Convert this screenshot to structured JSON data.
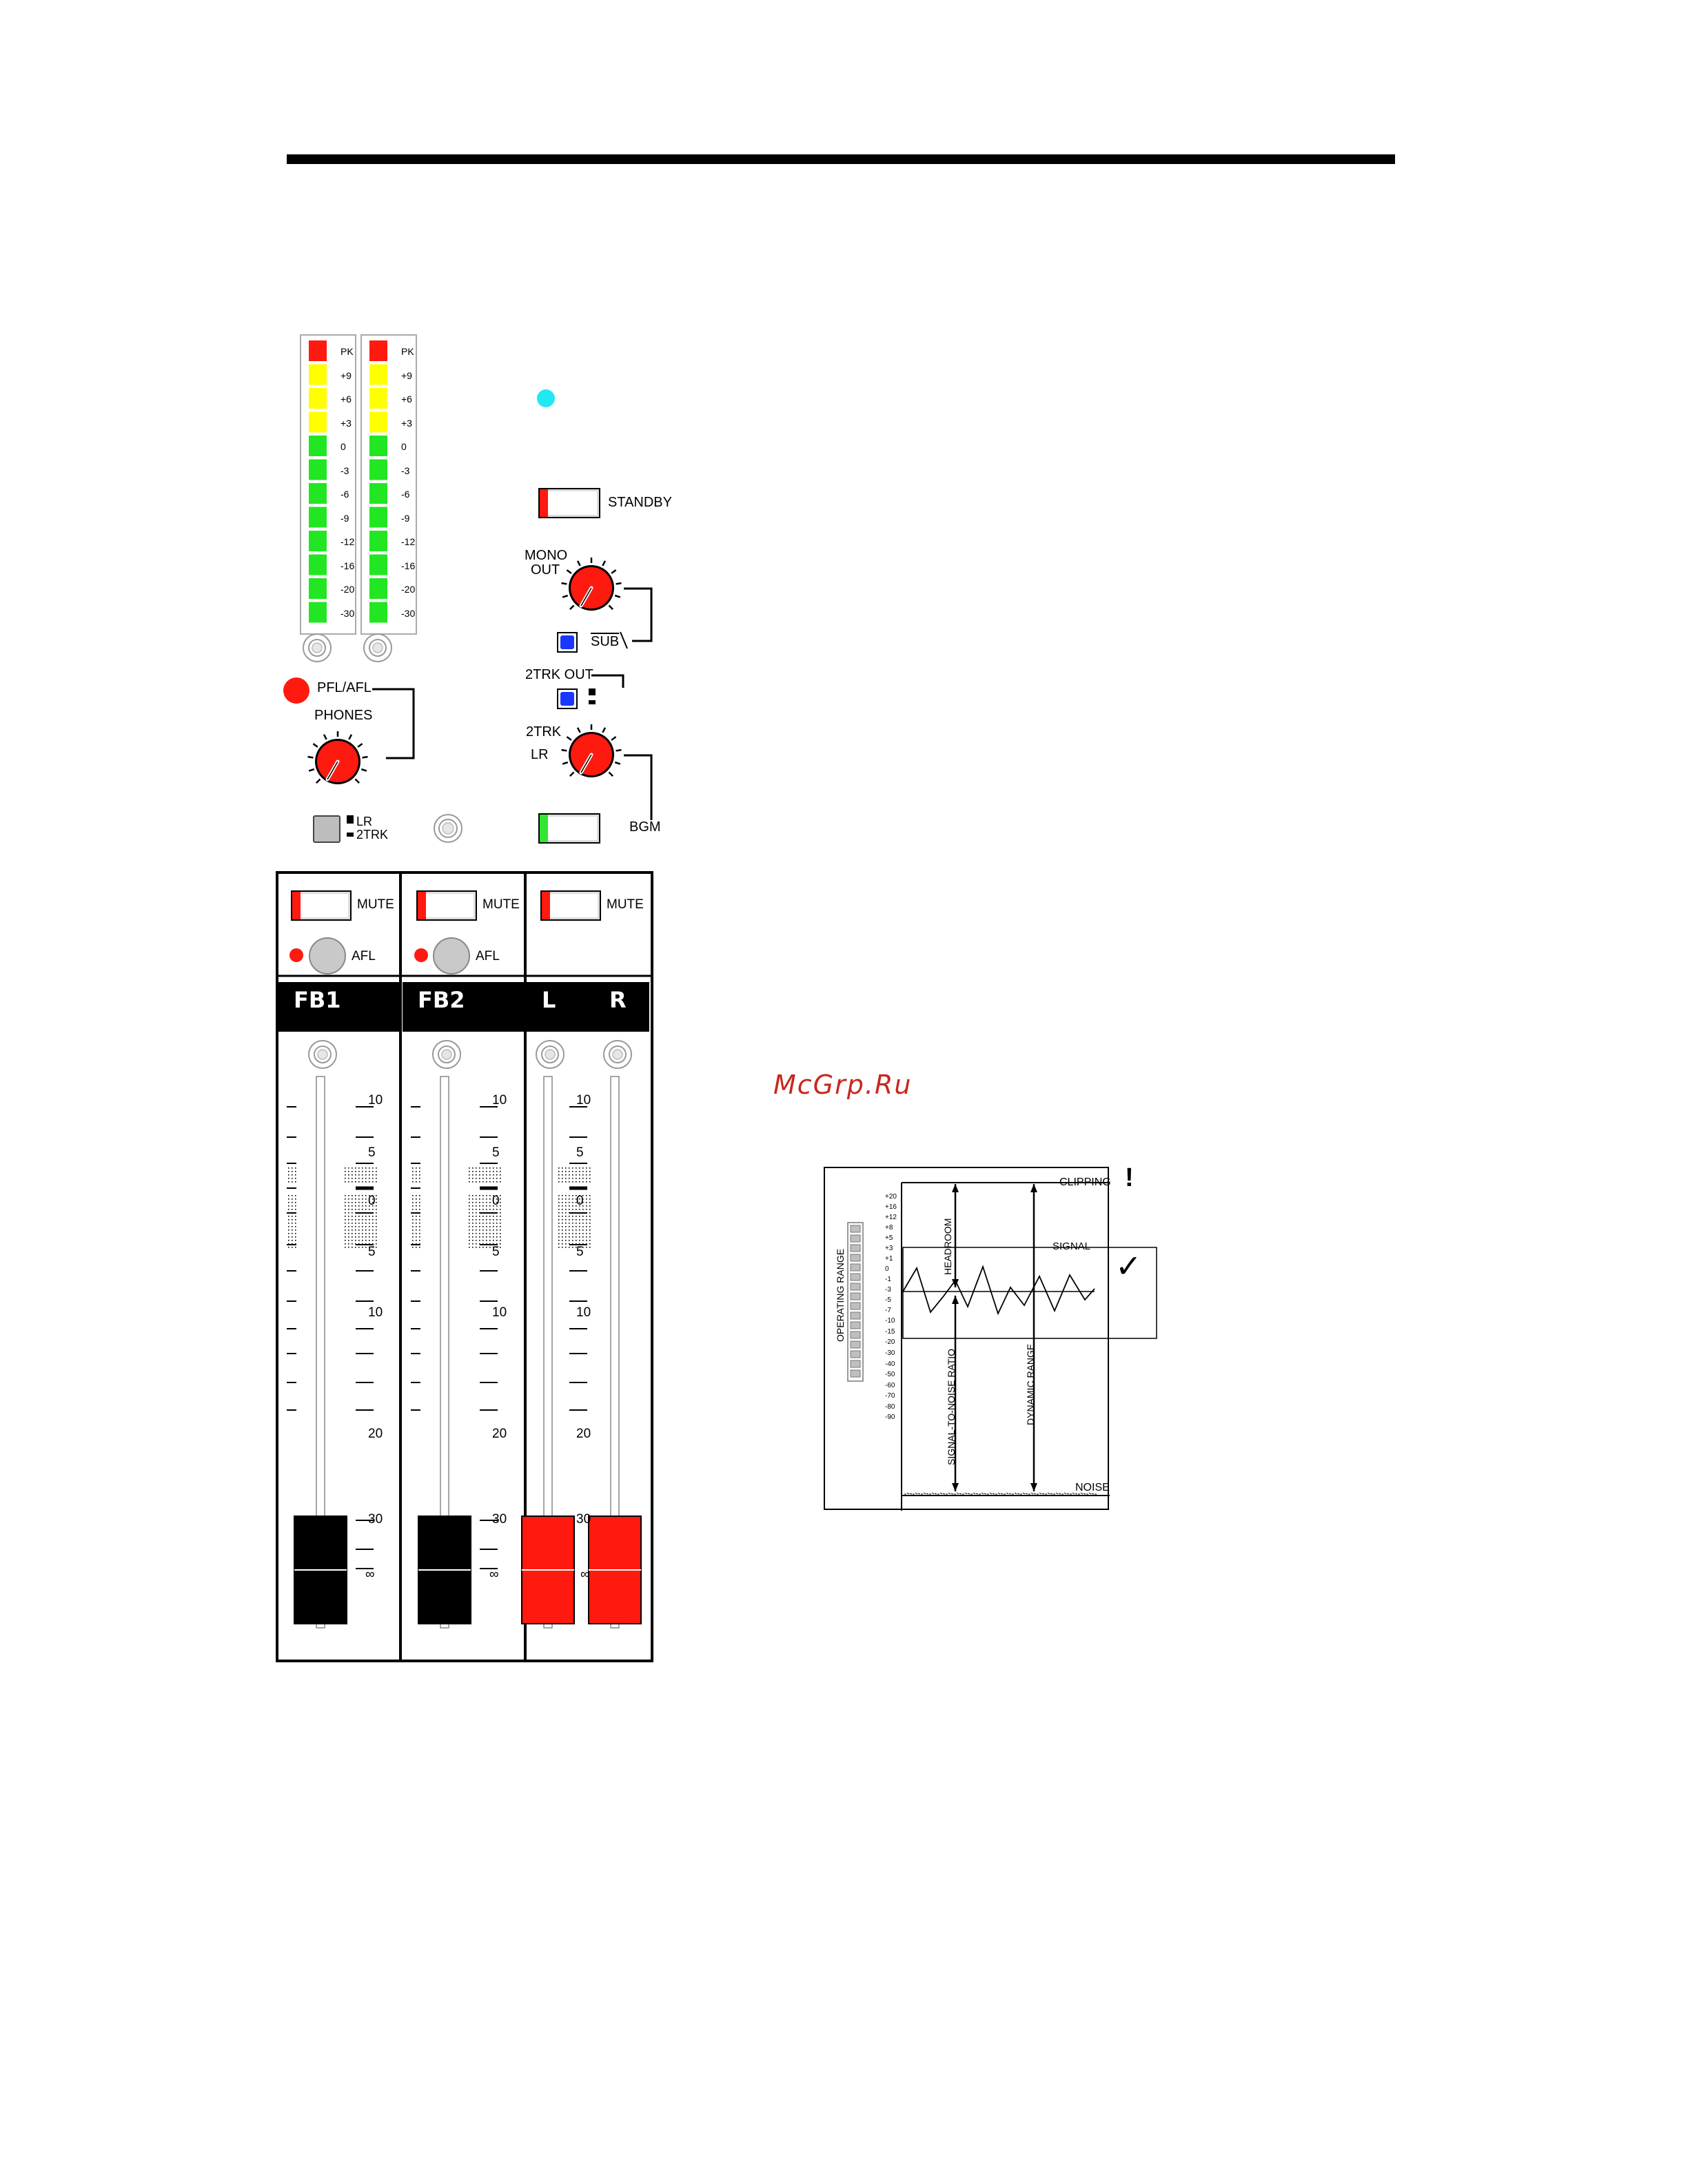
{
  "meters": {
    "scale": [
      "PK",
      "+9",
      "+6",
      "+3",
      "0",
      "-3",
      "-6",
      "-9",
      "-12",
      "-16",
      "-20",
      "-30"
    ],
    "colors": {
      "red": "#ff1a10",
      "yellow": "#ffff00",
      "green": "#22e622"
    }
  },
  "master_section": {
    "standby_label": "STANDBY",
    "mono_out_label_1": "MONO",
    "mono_out_label_2": "OUT",
    "sub_label": "SUB",
    "twotrk_out_label": "2TRK OUT",
    "twotrk_label_1": "2TRK",
    "twotrk_label_2": "LR",
    "bgm_label": "BGM",
    "pfl_afl_label": "PFL/AFL",
    "phones_label": "PHONES",
    "lr_label": "LR",
    "twotrk_select_label": "2TRK"
  },
  "channels": [
    {
      "name": "FB1",
      "mute": "MUTE",
      "afl": "AFL"
    },
    {
      "name": "FB2",
      "mute": "MUTE",
      "afl": "AFL"
    },
    {
      "name_left": "L",
      "name_right": "R",
      "mute": "MUTE"
    }
  ],
  "fader_scale": [
    "10",
    "5",
    "0",
    "5",
    "10",
    "20",
    "30",
    "∞"
  ],
  "watermark": "McGrp.Ru",
  "dynamics_diagram": {
    "ticks": [
      "+20",
      "+16",
      "+12",
      "+8",
      "+5",
      "+3",
      "+1",
      "0",
      "-1",
      "-3",
      "-5",
      "-7",
      "-10",
      "-15",
      "-20",
      "-30",
      "-40",
      "-50",
      "-60",
      "-70",
      "-80",
      "-90"
    ],
    "clipping": "CLIPPING",
    "noise": "NOISE",
    "signal": "SIGNAL",
    "headroom": "HEADROOM",
    "snr": "SIGNAL-TO-NOISE RATIO",
    "dynamic_range": "DYNAMIC RANGE",
    "operating_range": "OPERATING RANGE",
    "warning_mark": "!",
    "check_mark": "✓"
  }
}
